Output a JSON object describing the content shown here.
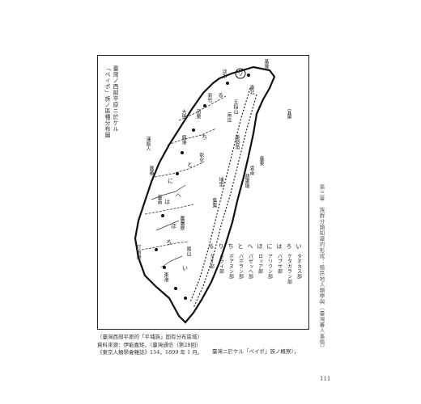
{
  "figure": {
    "title_vertical": "臺灣ノ西部平原ニ於ケル",
    "subtitle_vertical": "「ペイポ」族ノ區種分布圖",
    "map_labels": {
      "keelung": "基隆",
      "tamsui": "淡水",
      "taipei": "臺北",
      "yilan": "宜蘭",
      "hsinchu": "新竹",
      "wuzhishan": "五指山",
      "nanzhuang": "南庄",
      "dajia": "大甲",
      "dongshijiao": "東勢角",
      "miaoli": "苗栗",
      "lugang": "鹿港",
      "changhua": "彰化",
      "tzuhuan": "漢脈人",
      "hulu": "葫蘆墩",
      "taitung": "臺東",
      "beinan": "卑南",
      "jiayi": "嘉義",
      "tainan": "臺南",
      "fanshu": "蕃薯寮",
      "fengshan": "鳳山",
      "dagou": "打狗港",
      "donggang": "東港",
      "puli": "埔里",
      "jiji": "集集"
    },
    "map_letters": [
      "い",
      "ろ",
      "は",
      "に",
      "ほ",
      "へ",
      "と",
      "ち",
      "り",
      "る"
    ],
    "legend": [
      {
        "key": "い",
        "name": "タオカス部"
      },
      {
        "key": "ろ",
        "name": "ケタガラン部"
      },
      {
        "key": "は",
        "name": "バブサ部"
      },
      {
        "key": "に",
        "name": "アリクン部"
      },
      {
        "key": "ほ",
        "name": "ロッア部"
      },
      {
        "key": "へ",
        "name": "パゼッへ部"
      },
      {
        "key": "と",
        "name": "バボラン部"
      },
      {
        "key": "ち",
        "name": "ボアヌン部"
      },
      {
        "key": "り",
        "name": "シライ部"
      },
      {
        "key": "る",
        "name": "タオ部"
      }
    ]
  },
  "caption": {
    "line1": "〈臺灣西部平原的「平埔族」固有分布區域〉",
    "line2": "資料來源：伊能嘉矩，〈臺灣通信（第28回）",
    "line3": "《東京人類學會雜誌》154，1899 年 1 月。",
    "line2_right": "臺灣ニ於ケル「ペイポ」族ノ概察〉，"
  },
  "chapter_header": "第三章　族群分類知識的形成：殖民地人類學與〈臺灣蕃人事情〉",
  "page_number": "111"
}
